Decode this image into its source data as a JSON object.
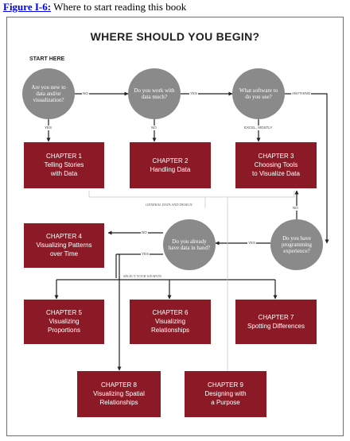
{
  "caption": {
    "figure_link": "Figure I-6:",
    "text": " Where to start reading this book"
  },
  "title": "WHERE SHOULD YOU BEGIN?",
  "start_label": "START HERE",
  "questions": {
    "q1": "Are you new to data and/or visualization?",
    "q2": "Do you work with data much?",
    "q3": "What software to do you use?",
    "q4": "Do you have programming experience?",
    "q5": "Do you already have data in hand?"
  },
  "edge_labels": {
    "no_q1_q2": "NO",
    "yes_q2_q3": "YES",
    "anything": "ANYTHING",
    "yes_q1": "YES",
    "no_q2": "NO",
    "excel_mostly": "EXCEL, MOSTLY",
    "general_data_design": "GENERAL DATA AND DESIGN",
    "no_q4": "NO",
    "yes_q4": "YES",
    "no_q5": "NO",
    "yes_q5": "YES",
    "select_weapon": "SELECT YOUR WEAPON"
  },
  "chapters": {
    "ch1": {
      "num": "CHAPTER 1",
      "title": "Telling Stories\nwith Data"
    },
    "ch2": {
      "num": "CHAPTER 2",
      "title": "Handling Data"
    },
    "ch3": {
      "num": "CHAPTER 3",
      "title": "Choosing Tools\nto Visualize Data"
    },
    "ch4": {
      "num": "CHAPTER 4",
      "title": "Visualizing Patterns\nover Time"
    },
    "ch5": {
      "num": "CHAPTER 5",
      "title": "Visualizing\nProportions"
    },
    "ch6": {
      "num": "CHAPTER 6",
      "title": "Visualizing\nRelationships"
    },
    "ch7": {
      "num": "CHAPTER 7",
      "title": "Spotting Differences"
    },
    "ch8": {
      "num": "CHAPTER 8",
      "title": "Visualizing Spatial\nRelationships"
    },
    "ch9": {
      "num": "CHAPTER 9",
      "title": "Designing with\na Purpose"
    }
  },
  "colors": {
    "chapter_box": "#8c1a26",
    "question_circle": "#8a8a8a",
    "link": "#0000ee"
  }
}
